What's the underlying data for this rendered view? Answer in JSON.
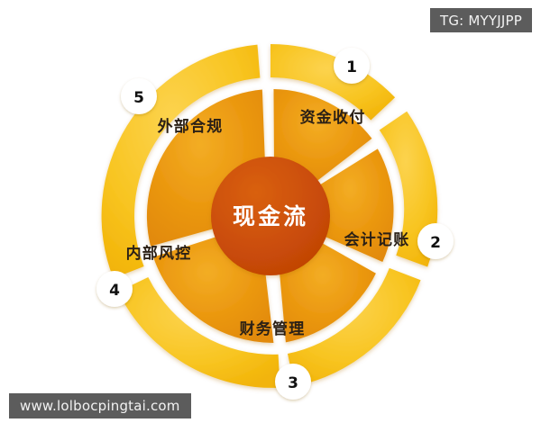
{
  "watermarks": {
    "top_right": "TG: MYYJJPP",
    "bottom_left": "www.lolbocpingtai.com"
  },
  "diagram": {
    "type": "circular-cycle",
    "center": {
      "label": "现金流",
      "color": "#cc4f08",
      "text_color": "#ffffff"
    },
    "ring_colors": {
      "inner_segment": "#e8920f",
      "inner_segment_light": "#f0a31a",
      "outer_arc": "#f7c220",
      "outer_arc_light": "#fbd24a",
      "gap": "#ffffff",
      "label_text": "#2b2016",
      "badge_bg": "#ffffff",
      "badge_text": "#111111"
    },
    "segments": [
      {
        "number": "1",
        "label": "资金收付"
      },
      {
        "number": "2",
        "label": "会计记账"
      },
      {
        "number": "3",
        "label": "财务管理"
      },
      {
        "number": "4",
        "label": "内部风控"
      },
      {
        "number": "5",
        "label": "外部合规"
      }
    ]
  }
}
